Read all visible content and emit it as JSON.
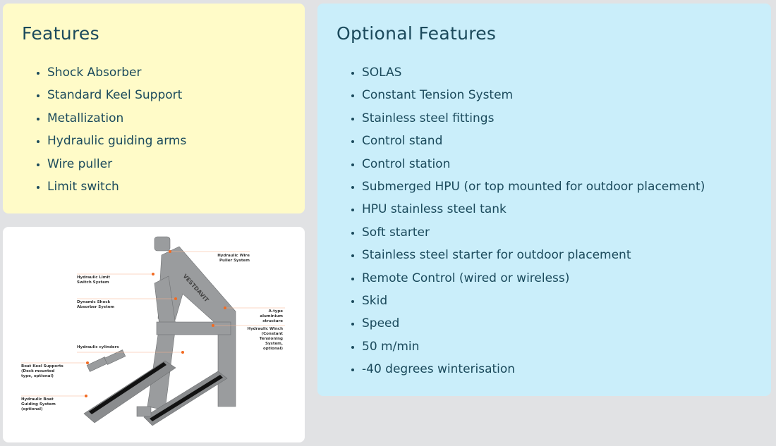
{
  "features": {
    "title": "Features",
    "items": [
      "Shock Absorber",
      "Standard Keel Support",
      "Metallization",
      "Hydraulic guiding arms",
      "Wire puller",
      "Limit switch"
    ]
  },
  "optional_features": {
    "title": "Optional Features",
    "items": [
      "SOLAS",
      "Constant Tension System",
      "Stainless steel fittings",
      "Control stand",
      "Control station",
      "Submerged HPU (or top mounted for outdoor placement)",
      "HPU stainless steel tank",
      "Soft starter",
      "Stainless steel starter for outdoor placement",
      "Remote Control (wired or wireless)",
      "Skid",
      "Speed",
      "50 m/min",
      "-40 degrees winterisation"
    ]
  },
  "diagram": {
    "brand": "VESTDAVIT",
    "labels": {
      "wire_puller": "Hydraulic Wire Puller System",
      "limit_switch": "Hydraulic Limit Switch System",
      "shock_absorber": "Dynamic Shock Absorber System",
      "a_type": "A-type aluminium structure",
      "winch": "Hydraulic Winch (Constant Tensioning System, optional)",
      "cylinders": "Hydraulic cylinders",
      "keel_supports": "Boat Keel Supports (Deck mounted type, optional)",
      "guiding": "Hydraulic Boat Guiding System (optional)"
    },
    "accent_color": "#f26a21"
  }
}
